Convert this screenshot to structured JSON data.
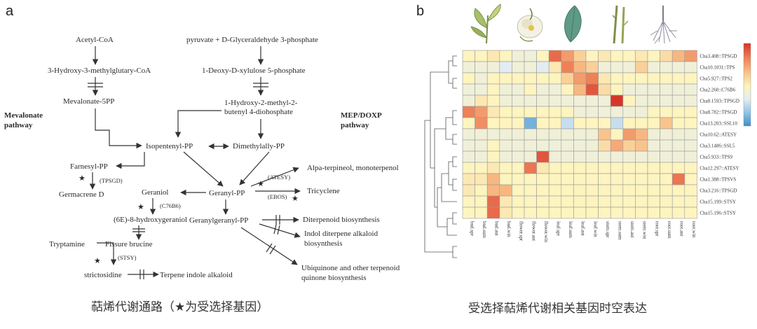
{
  "panel_a": {
    "label": "a",
    "metabolites": {
      "acetyl_coa": "Acetyl-CoA",
      "hmg_coa": "3-Hydroxy-3-methylglutary-CoA",
      "mevalonate_5pp": "Mevalonate-5PP",
      "pyruvate": "pyruvate + D-Glyceraldehyde 3-phosphate",
      "dxp": "1-Deoxy-D-xylulose 5-phosphate",
      "hmbpp_1": "1-Hydroxy-2-methyl-2-",
      "hmbpp_2": "butenyl 4-diohosphate",
      "ipp": "Isopentenyl-PP",
      "dmapp": "Dimethylally-PP",
      "fpp": "Farnesyl-PP",
      "germacrene": "Germacrene D",
      "geraniol": "Geraniol",
      "hydroxygeraniol": "(6E)-8-hydroxygeraniol",
      "tryptamine": "Tryptamine",
      "fissure_brucine": "Fissure brucine",
      "strictosidine": "strictosidine",
      "terpene_indole": "Terpene indole alkaloid",
      "gpp": "Geranyl-PP",
      "ggpp": "Geranylgeranyl-PP",
      "alpha_terpineol": "Alpa-terpineol, monoterpenol",
      "tricyclene": "Tricyclene",
      "diterpenoid": "Diterpenoid biosynthesis",
      "indol_1": "Indol diterpene alkaloid",
      "indol_2": "biosynthesis",
      "ubiquinone_1": "Ubiquinone and other terpenoid",
      "ubiquinone_2": "quinone biosynthesis"
    },
    "pathways": {
      "mevalonate_1": "Mevalonate",
      "mevalonate_2": "pathway",
      "mep_1": "MEP/DOXP",
      "mep_2": "pathway"
    },
    "genes": {
      "tpsgd": "(TPSGD)",
      "c76b6": "(C76B6)",
      "stsy": "(STSY)",
      "atesy": "(ATESY)",
      "ebos": "(EBOS)"
    },
    "caption_pre": "萜烯代谢通路（",
    "caption_star": "★",
    "caption_post": "为受选择基因）"
  },
  "panel_b": {
    "label": "b",
    "caption": "受选择萜烯代谢相关基因时空表达",
    "tissue_icons": [
      "bud-leaf-icon",
      "flower-icon",
      "mature-leaf-icon",
      "stem-icon",
      "root-icon"
    ],
    "legend_colors": [
      "#d7352a",
      "#ee8157",
      "#f9c48c",
      "#fdf4bf",
      "#e3ecf2",
      "#8fc3e6",
      "#3d8fc9"
    ]
  },
  "chart_data": {
    "type": "heatmap",
    "columns": [
      "bud.spr",
      "bud.sum",
      "bud.aut",
      "bud.win",
      "flower.spr",
      "flower.aut",
      "flower.win",
      "leaf.spr",
      "leaf.sum",
      "leaf.aut",
      "leaf.win",
      "stem.spr",
      "stem.sum",
      "stem.aut",
      "stem.win",
      "root.spr",
      "root.sum",
      "root.aut",
      "root.win"
    ],
    "rows": [
      "Cha3.408::TPSGD",
      "Cha10.1031::TPS",
      "Cha5.927::TPS2",
      "Cha2.260::C76B6",
      "Cha8.1593::TPSGD",
      "Cha8.782::TPSGD",
      "Cha13.203::SSL10",
      "Cha10.62::ATESY",
      "Cha3.1486::SSL5",
      "Cha5.933::TPS9",
      "Cha12.297::ATESY",
      "Cha1.388::TPSVS",
      "Cha3.216::TPSGD",
      "Cha15.199::STSY",
      "Cha15.196::STSY"
    ],
    "values": [
      [
        0.2,
        0.2,
        0.3,
        0.2,
        0.1,
        0.1,
        0.2,
        1.3,
        0.9,
        0.5,
        0.2,
        0.3,
        0.2,
        0.2,
        0.3,
        0.2,
        0.4,
        0.7,
        0.9
      ],
      [
        0.1,
        0.1,
        0.1,
        0.0,
        0.1,
        0.1,
        0.0,
        0.3,
        1.1,
        0.7,
        0.5,
        0.1,
        0.1,
        0.1,
        0.5,
        0.1,
        0.1,
        0.1,
        0.1
      ],
      [
        0.2,
        0.1,
        0.2,
        0.2,
        0.2,
        0.2,
        0.2,
        0.2,
        0.5,
        0.9,
        1.1,
        0.3,
        0.2,
        0.2,
        0.2,
        0.2,
        0.2,
        0.2,
        0.2
      ],
      [
        0.1,
        0.1,
        0.2,
        0.1,
        0.1,
        0.2,
        0.1,
        0.1,
        0.2,
        0.7,
        1.5,
        0.4,
        0.2,
        0.1,
        0.1,
        0.1,
        0.1,
        0.1,
        0.1
      ],
      [
        0.1,
        0.3,
        0.2,
        0.1,
        0.1,
        0.1,
        0.1,
        0.1,
        0.1,
        0.1,
        0.1,
        0.1,
        1.8,
        0.2,
        0.1,
        0.1,
        0.1,
        0.1,
        0.1
      ],
      [
        1.1,
        0.9,
        0.3,
        0.2,
        0.2,
        0.2,
        0.2,
        0.2,
        0.2,
        0.1,
        0.1,
        0.1,
        0.1,
        0.1,
        0.1,
        0.2,
        0.2,
        0.2,
        0.2
      ],
      [
        0.2,
        1.0,
        0.2,
        0.2,
        0.2,
        -0.4,
        0.2,
        0.2,
        -0.1,
        0.2,
        0.2,
        0.2,
        -0.1,
        0.2,
        0.2,
        0.2,
        0.6,
        0.2,
        0.2
      ],
      [
        0.1,
        0.1,
        0.1,
        0.1,
        0.1,
        0.1,
        0.1,
        0.1,
        0.1,
        0.1,
        0.1,
        0.6,
        0.2,
        0.9,
        0.7,
        0.1,
        0.1,
        0.1,
        0.1
      ],
      [
        0.1,
        0.1,
        0.2,
        0.1,
        0.1,
        0.1,
        0.1,
        0.1,
        0.1,
        0.1,
        0.1,
        0.4,
        0.8,
        0.5,
        0.6,
        0.1,
        0.1,
        0.1,
        0.1
      ],
      [
        0.1,
        0.1,
        0.2,
        0.1,
        0.1,
        0.1,
        1.5,
        0.1,
        0.1,
        0.1,
        0.1,
        0.1,
        0.1,
        0.1,
        0.1,
        0.1,
        0.1,
        0.1,
        0.1
      ],
      [
        0.2,
        0.2,
        0.3,
        0.2,
        0.2,
        1.2,
        0.3,
        0.2,
        0.2,
        0.2,
        0.2,
        0.2,
        0.2,
        0.2,
        0.2,
        0.2,
        0.2,
        0.2,
        0.2
      ],
      [
        0.3,
        0.3,
        0.7,
        0.2,
        0.2,
        0.2,
        0.2,
        0.2,
        0.2,
        0.2,
        0.2,
        0.2,
        0.2,
        0.2,
        0.2,
        0.2,
        0.2,
        1.2,
        0.2
      ],
      [
        0.3,
        0.2,
        0.7,
        0.7,
        0.2,
        0.2,
        0.2,
        0.2,
        0.2,
        0.2,
        0.2,
        0.2,
        0.2,
        0.2,
        0.2,
        0.2,
        0.2,
        0.2,
        0.2
      ],
      [
        0.2,
        0.2,
        1.3,
        0.3,
        0.2,
        0.2,
        0.2,
        0.2,
        0.2,
        0.2,
        0.2,
        0.2,
        0.2,
        0.2,
        0.2,
        0.2,
        0.2,
        0.2,
        0.2
      ],
      [
        0.2,
        0.2,
        1.3,
        0.3,
        0.2,
        0.2,
        0.2,
        0.2,
        0.2,
        0.2,
        0.2,
        0.2,
        0.2,
        0.2,
        0.2,
        0.2,
        0.2,
        0.2,
        0.2
      ]
    ]
  }
}
